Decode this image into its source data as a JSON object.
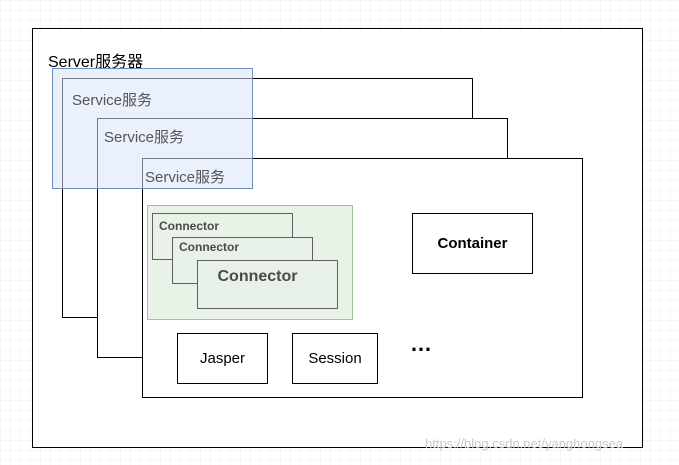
{
  "server": {
    "label": "Server服务器"
  },
  "services": [
    {
      "label": "Service服务"
    },
    {
      "label": "Service服务"
    },
    {
      "label": "Service服务"
    }
  ],
  "connectors": [
    {
      "label": "Connector"
    },
    {
      "label": "Connector"
    },
    {
      "label": "Connector"
    }
  ],
  "container": {
    "label": "Container"
  },
  "components": [
    {
      "label": "Jasper"
    },
    {
      "label": "Session"
    }
  ],
  "more": {
    "label": "…"
  },
  "watermark": {
    "text": "https://blog.csdn.net/yanghongsea"
  },
  "colors": {
    "service_highlight_fill": "#dae4fc",
    "service_highlight_border": "#6c8ebf",
    "connector_group_fill": "#d5e8d4",
    "connector_group_border": "#9dc39a",
    "line": "#000000"
  }
}
